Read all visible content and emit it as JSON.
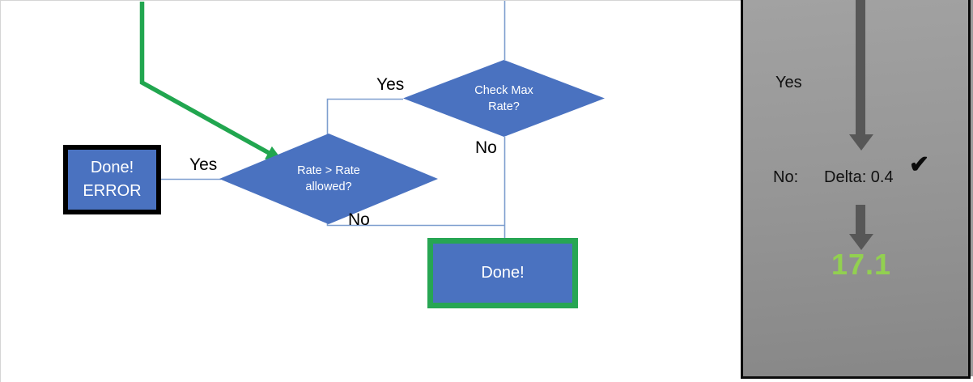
{
  "flowchart": {
    "error_box": {
      "lines": [
        "Done!",
        "ERROR"
      ]
    },
    "rate_diamond": {
      "lines": [
        "Rate > Rate",
        "allowed?"
      ]
    },
    "check_diamond": {
      "lines": [
        "Check Max",
        "Rate?"
      ]
    },
    "done_box": {
      "label": "Done!"
    },
    "edge_labels": {
      "error_yes": "Yes",
      "check_yes": "Yes",
      "check_no": "No",
      "rate_no": "No"
    }
  },
  "side_panel": {
    "yes_label": "Yes",
    "no_label": "No:",
    "delta_text": "Delta: 0.4",
    "checkmark": "✔",
    "result_value": "17.1"
  },
  "colors": {
    "shape_blue": "#4a72c0",
    "flow_green": "#21a64f",
    "done_border_green": "#27a653",
    "connector_blue": "#7e9ecf",
    "arrow_gray": "#575757",
    "panel_gray": "#979797",
    "result_green": "#92d050"
  }
}
